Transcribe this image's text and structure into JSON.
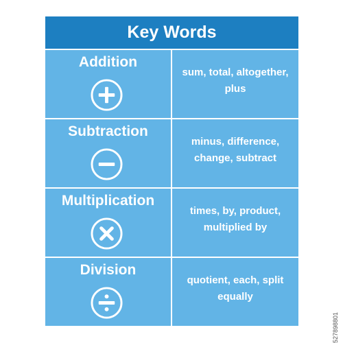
{
  "title": "Key Words",
  "operations": [
    {
      "name": "Addition",
      "icon": "plus-circle-icon",
      "keywords": "sum, total, altogether, plus"
    },
    {
      "name": "Subtraction",
      "icon": "minus-circle-icon",
      "keywords": "minus, difference, change, subtract"
    },
    {
      "name": "Multiplication",
      "icon": "times-circle-icon",
      "keywords": "times, by, product, multiplied by"
    },
    {
      "name": "Division",
      "icon": "divide-circle-icon",
      "keywords": "quotient, each, split equally"
    }
  ],
  "watermark_id": "527898801",
  "colors": {
    "header": "#1d7fc1",
    "cell": "#62b4e6",
    "text": "#ffffff"
  }
}
